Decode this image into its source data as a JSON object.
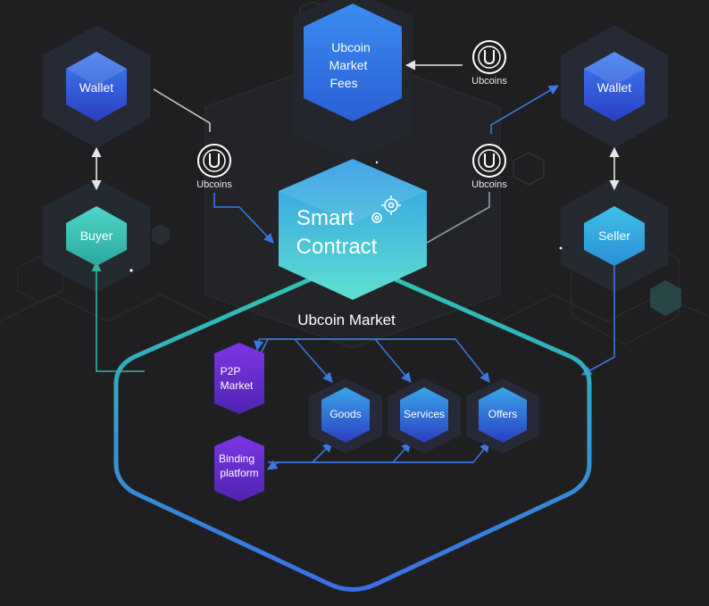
{
  "nodes": {
    "wallet_left": "Wallet",
    "wallet_right": "Wallet",
    "buyer": "Buyer",
    "seller": "Seller",
    "fees_line1": "Ubcoin",
    "fees_line2": "Market",
    "fees_line3": "Fees",
    "smart_line1": "Smart",
    "smart_line2": "Contract",
    "market_title": "Ubcoin Market",
    "p2p_line1": "P2P",
    "p2p_line2": "Market",
    "binding_line1": "Binding",
    "binding_line2": "platform",
    "goods": "Goods",
    "services": "Services",
    "offers": "Offers"
  },
  "coins": {
    "top_right": "Ubcoins",
    "left": "Ubcoins",
    "right": "Ubcoins"
  },
  "colors": {
    "background": "#1f1f21",
    "blue_node": "#2b52d6",
    "teal_node": "#3fc7c0",
    "purple_node": "#6a2ed1",
    "connector_blue": "#3a78e0",
    "connector_teal": "#2cb7a5"
  }
}
